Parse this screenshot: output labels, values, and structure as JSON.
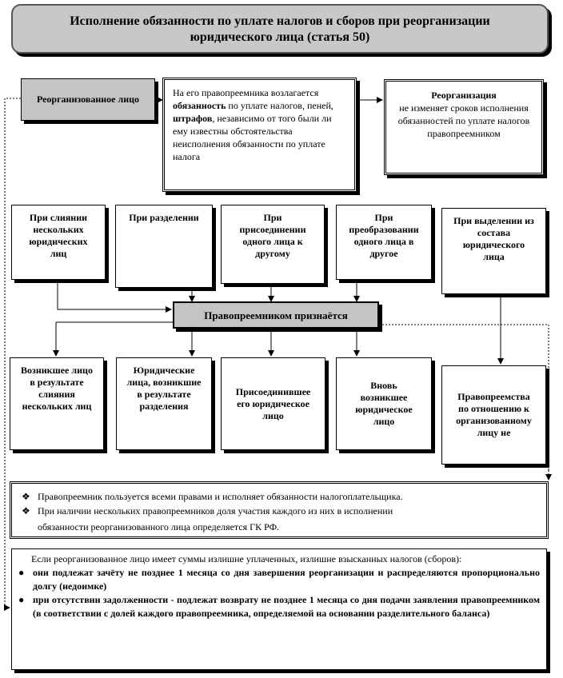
{
  "title": {
    "line1": "Исполнение обязанности по уплате налогов и сборов при реорганизации",
    "line2": "юридического лица (статья 50)"
  },
  "reorganized": "Реорганизованное лицо",
  "successor_duty": {
    "prefix": "На его правопреемника возлагается ",
    "duty_word": "обязанность",
    "middle": " по уплате налогов, пеней, ",
    "fines_word": "штрафов",
    "suffix": ", независимо от того были ли ему известны обстоятельства неисполнения обязанности по уплате налога"
  },
  "no_change": {
    "bold": "Реорганизация",
    "rest": "не изменяет сроков исполнения обязанностей по уплате налогов правопреемником"
  },
  "forms": [
    "При слиянии нескольких юридических лиц",
    "При разделении",
    "При присоединении одного лица к другому",
    "При преобразовании одного лица в другое",
    "При выделении из состава юридического лица"
  ],
  "recognized": "Правопреемником признаётся",
  "successors": [
    "Возникшее лицо в результате слияния нескольких лиц",
    "Юридические лица, возникшие в результате разделения",
    "Присоединившее его юридическое лицо",
    "Вновь возникшее юридическое лицо"
  ],
  "spinoff_successor": "Правопреемства по отношению к организованному лицу не",
  "rights": {
    "item1": "Правопреемник пользуется всеми правами и исполняет обязанности налогоплательщика.",
    "item2_a": "При наличии нескольких правопреемников доля участия каждого из них в исполнении",
    "item2_b": "обязанности реорганизованного лица определяется ГК РФ."
  },
  "overpaid": {
    "intro": "Если реорганизованное лицо имеет суммы излишне уплаченных, излишне взысканных налогов (сборов):",
    "b1": "они подлежат зачёту не позднее 1 месяца со дня завершения реорганизации и распределяются пропорционально долгу (недоимке)",
    "b2": "при отсутствии задолженности - подлежат возврату не позднее 1 месяца со дня подачи заявления правопреемником (в соответствии с долей каждого правопреемника, определяемой на основании разделительного баланса)"
  },
  "glyphs": {
    "diamond": "❖",
    "dot": "●"
  }
}
